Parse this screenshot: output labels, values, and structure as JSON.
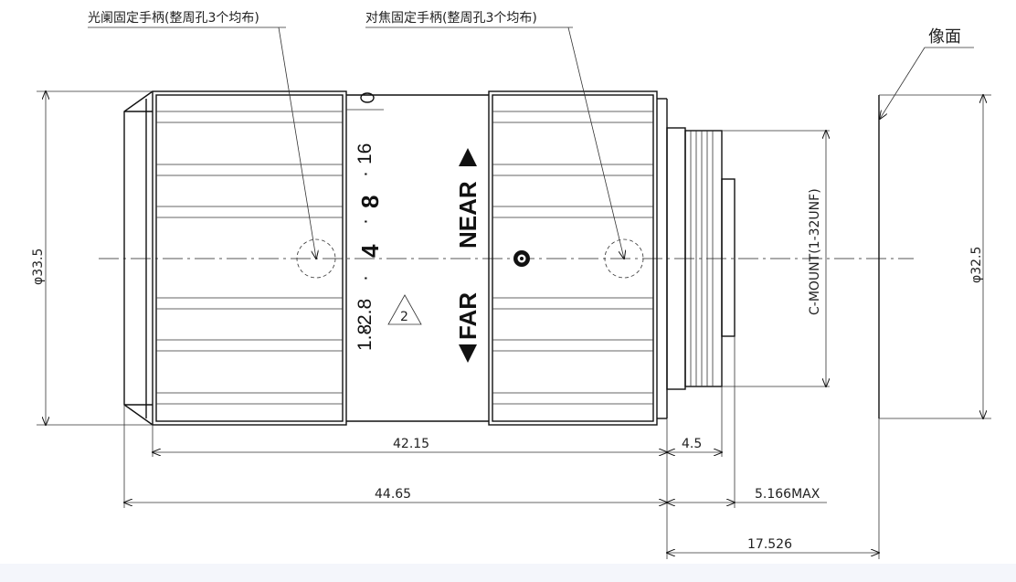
{
  "callouts": {
    "aperture_handle": "光阑固定手柄(整周孔3个均布)",
    "focus_handle": "对焦固定手柄(整周孔3个均布)",
    "image_plane": "像面"
  },
  "ring_markings": {
    "aperture_scale": "1.8 · 2.8 · 4 · 8 · 16",
    "aperture_f18": "1.8",
    "aperture_f28": "2.8",
    "aperture_f4": "4",
    "aperture_f8": "8",
    "aperture_f16": "16",
    "dot": "·",
    "note_number": "2",
    "far": "FAR",
    "near": "NEAR"
  },
  "dimensions": {
    "outer_diameter": "φ33.5",
    "image_diameter": "φ32.5",
    "mount": "C-MOUNT(1-32UNF)",
    "body_length": "42.15",
    "thread_length": "4.5",
    "total_length": "44.65",
    "back_protrusion": "5.166MAX",
    "flange_distance": "17.526"
  }
}
